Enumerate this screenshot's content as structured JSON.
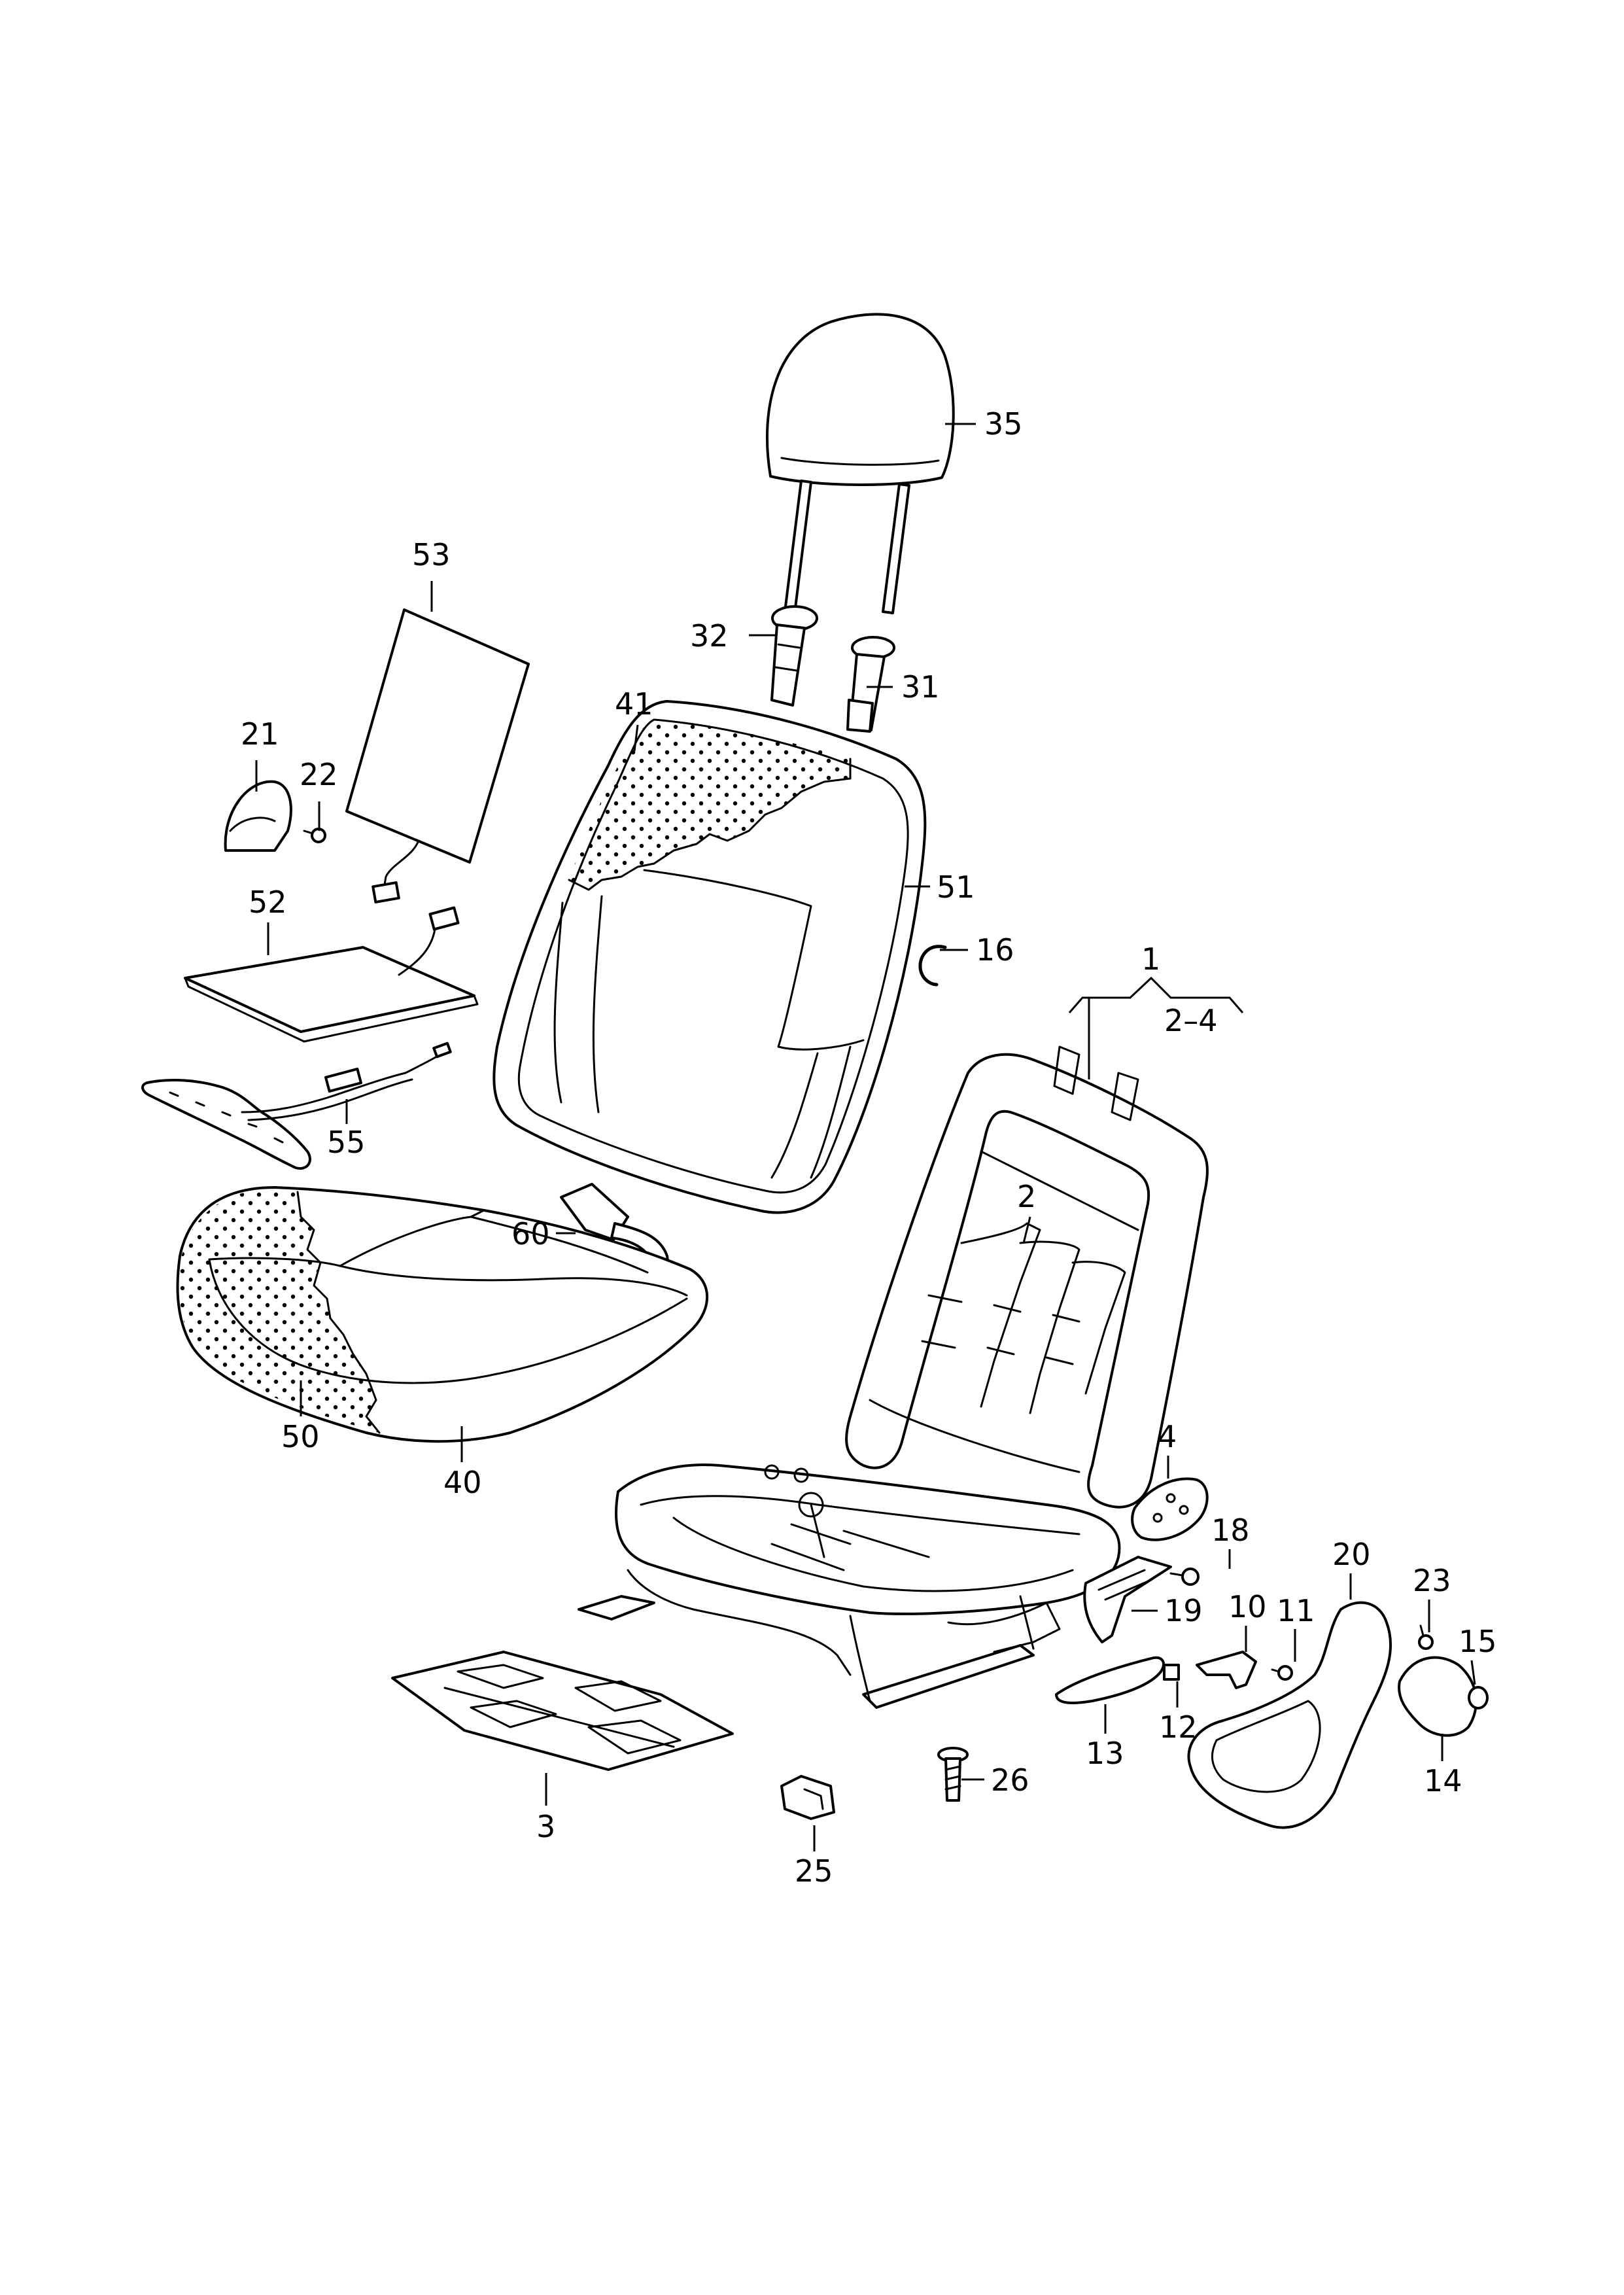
{
  "diagram": {
    "callouts": {
      "p1": "1",
      "p2_4": "2–4",
      "p2": "2",
      "p3": "3",
      "p4": "4",
      "p10": "10",
      "p11": "11",
      "p12": "12",
      "p13": "13",
      "p14": "14",
      "p15": "15",
      "p16": "16",
      "p18": "18",
      "p19": "19",
      "p20": "20",
      "p21": "21",
      "p22": "22",
      "p23": "23",
      "p25": "25",
      "p26": "26",
      "p31": "31",
      "p32": "32",
      "p35": "35",
      "p40": "40",
      "p41": "41",
      "p50": "50",
      "p51": "51",
      "p52": "52",
      "p53": "53",
      "p55": "55",
      "p60": "60"
    }
  }
}
